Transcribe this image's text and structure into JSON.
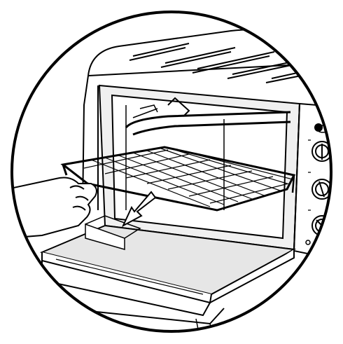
{
  "figure": {
    "subject": "toaster-oven",
    "action": "pulling-out-wire-rack",
    "line_color": "#000000",
    "fill_color": "#ffffff",
    "panel_fill": "#e6e6e6"
  },
  "control_panel": {
    "knobs": [
      "knob-temperature",
      "knob-function",
      "knob-timer"
    ],
    "indicator": "power-light"
  }
}
